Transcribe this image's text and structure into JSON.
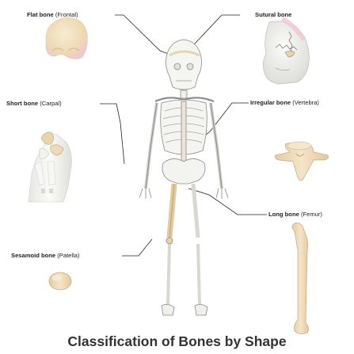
{
  "title": "Classification of Bones by Shape",
  "labels": {
    "flat": {
      "name": "Flat bone",
      "detail": "(Frontal)"
    },
    "sutural": {
      "name": "Sutural bone",
      "detail": ""
    },
    "short": {
      "name": "Short bone",
      "detail": "(Carpal)"
    },
    "irregular": {
      "name": "Irregular bone",
      "detail": "(Vertebra)"
    },
    "long": {
      "name": "Long bone",
      "detail": "(Femur)"
    },
    "sesamoid": {
      "name": "Sesamoid bone",
      "detail": "(Patella)"
    }
  },
  "colors": {
    "bone_highlight": "#eed9b8",
    "bone_base": "#f4f4f0",
    "skeleton_outline": "#8a8a8a",
    "suture_accent": "#f2c6d6",
    "leader_line": "#222222",
    "title_text": "#333333"
  }
}
